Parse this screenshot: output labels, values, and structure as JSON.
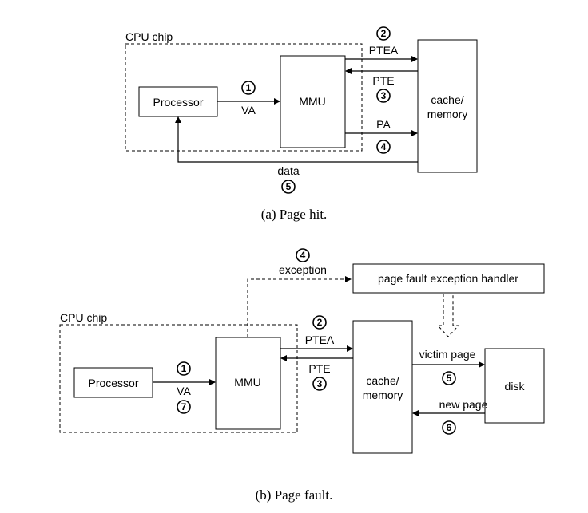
{
  "page_hit": {
    "cpu_chip": "CPU chip",
    "processor": "Processor",
    "mmu": "MMU",
    "memory_line1": "cache/",
    "memory_line2": "memory",
    "va": "VA",
    "ptea": "PTEA",
    "pte": "PTE",
    "pa": "PA",
    "data": "data",
    "steps": [
      "1",
      "2",
      "3",
      "4",
      "5"
    ],
    "caption": "(a) Page hit."
  },
  "page_fault": {
    "cpu_chip": "CPU chip",
    "processor": "Processor",
    "mmu": "MMU",
    "memory_line1": "cache/",
    "memory_line2": "memory",
    "disk": "disk",
    "handler": "page fault exception handler",
    "exception": "exception",
    "va": "VA",
    "ptea": "PTEA",
    "pte": "PTE",
    "victim_page": "victim page",
    "new_page": "new page",
    "steps": [
      "1",
      "2",
      "3",
      "4",
      "5",
      "6",
      "7"
    ],
    "caption": "(b) Page fault."
  }
}
